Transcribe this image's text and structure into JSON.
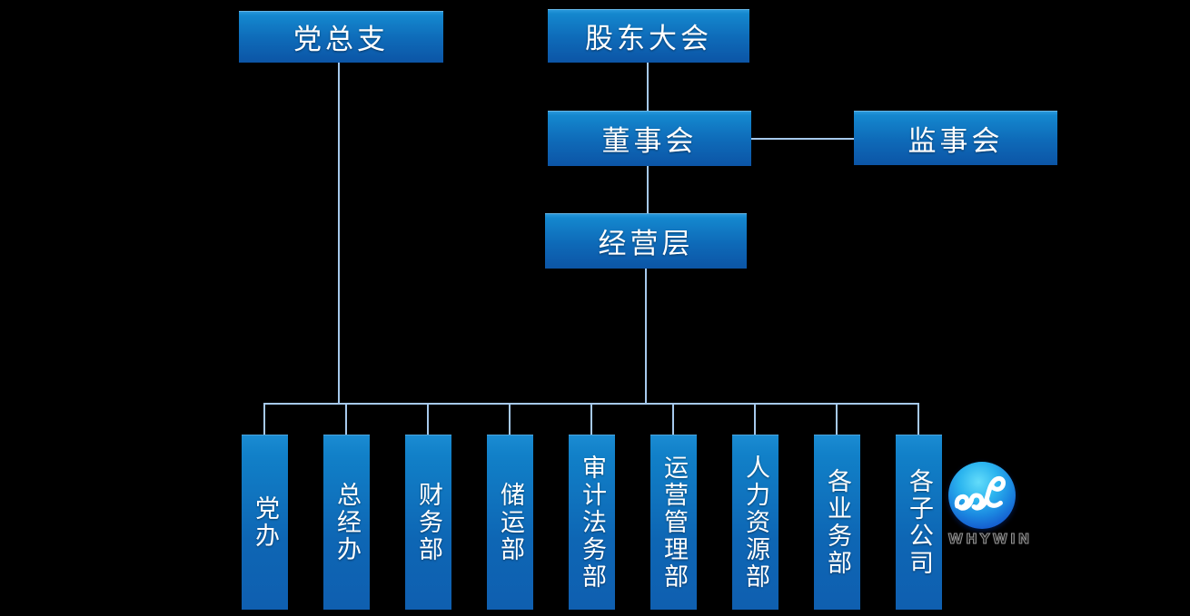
{
  "org_chart": {
    "nodes": {
      "party_general_branch": "党总支",
      "shareholders_meeting": "股东大会",
      "board_of_directors": "董事会",
      "supervisory_board": "监事会",
      "management_level": "经营层"
    },
    "departments": [
      "党办",
      "总经办",
      "财务部",
      "储运部",
      "审计法务部",
      "运营管理部",
      "人力资源部",
      "各业务部",
      "各子公司"
    ],
    "colors": {
      "box_gradient_top": "#1487ce",
      "box_gradient_bottom": "#0c55a6",
      "connector": "#a6c9ec",
      "text": "#ffffff",
      "background": "#000000"
    }
  },
  "logo": {
    "brand": "WHYWIN",
    "icon": "script-w-ball"
  }
}
